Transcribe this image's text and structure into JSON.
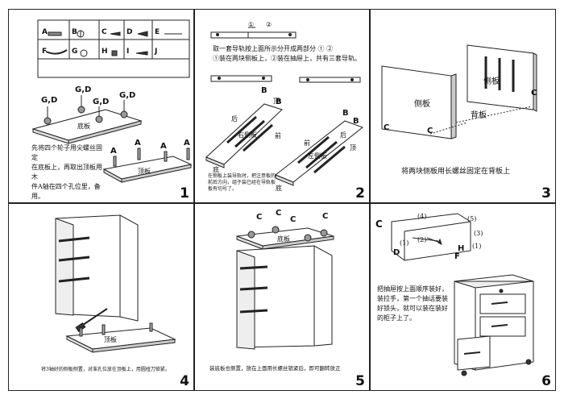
{
  "parts_table": {
    "letters": [
      "A",
      "B",
      "C",
      "D",
      "E",
      "F",
      "G",
      "H",
      "I",
      "J"
    ]
  },
  "step1": {
    "number": "1",
    "caster_labels": [
      "G,D",
      "G,D",
      "G,D",
      "G,D"
    ],
    "bottom_board": "底板",
    "top_board": "顶板",
    "dowel_labels": [
      "A",
      "A",
      "A",
      "A"
    ],
    "text": [
      "先将四个轮子用尖螺丝固定",
      "在底板上，再取出顶板用木",
      "件A轴在四个孔位里，备用。"
    ]
  },
  "step2": {
    "number": "2",
    "text_top": [
      "取一套导轨按上面所示分开成两部分 ① ②",
      "①装在两块侧板上，②装在抽屉上，共有三套导轨。"
    ],
    "circle1": "①",
    "circle2": "②",
    "b_labels": [
      "B",
      "B",
      "B",
      "B"
    ],
    "right_panel": "右侧板",
    "left_panel": "左侧板",
    "words": {
      "top1": "顶",
      "back1": "后",
      "front1": "前",
      "bottom1": "底",
      "front2": "前",
      "back2": "后",
      "top2": "顶",
      "bottom2": "底"
    },
    "text_bottom": [
      "在侧板上装导轨时，把注意板的",
      "前后方向，组于装已经在导轨板",
      "板有切号了。"
    ]
  },
  "step3": {
    "number": "3",
    "side_label": "侧板",
    "side_label2": "侧板",
    "back_label": "背板",
    "c_labels": [
      "C",
      "C",
      "C"
    ],
    "caption": "将两块侧板用长螺丝固定在背板上"
  },
  "step4": {
    "number": "4",
    "board_label": "顶板",
    "caption": "将3轴好的侧板侧置，对准孔位放在顶板上，用圆扭刀锁紧。"
  },
  "step5": {
    "number": "5",
    "c_labels": [
      "C",
      "C",
      "C",
      "C"
    ],
    "board_label": "底板",
    "caption": "装底板也侧置，放在上面用长螺丝锁紧后，即可翻转放正"
  },
  "step6": {
    "number": "6",
    "c_label": "C",
    "d_label": "D",
    "h_label": "H",
    "f_label": "F",
    "nums": [
      "(1)",
      "(2)",
      "(3)",
      "(4)",
      "(5)",
      "(1)"
    ],
    "text": [
      "把抽屉按上面顺序装好，",
      "装拉手，第一个抽话要装",
      "好锁头，就可以装在装好",
      "的柜子上了。"
    ]
  }
}
